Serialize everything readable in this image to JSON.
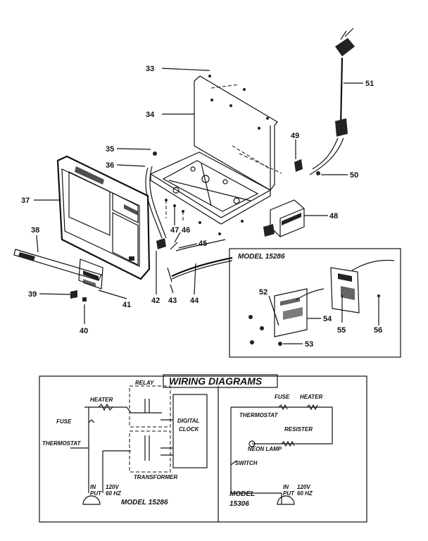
{
  "callouts": [
    {
      "id": "c33",
      "text": "33"
    },
    {
      "id": "c34",
      "text": "34"
    },
    {
      "id": "c35",
      "text": "35"
    },
    {
      "id": "c36",
      "text": "36"
    },
    {
      "id": "c37",
      "text": "37"
    },
    {
      "id": "c38",
      "text": "38"
    },
    {
      "id": "c39",
      "text": "39"
    },
    {
      "id": "c40",
      "text": "40"
    },
    {
      "id": "c41",
      "text": "41"
    },
    {
      "id": "c42",
      "text": "42"
    },
    {
      "id": "c43",
      "text": "43"
    },
    {
      "id": "c44",
      "text": "44"
    },
    {
      "id": "c45",
      "text": "45"
    },
    {
      "id": "c46",
      "text": "46"
    },
    {
      "id": "c47",
      "text": "47"
    },
    {
      "id": "c48",
      "text": "48"
    },
    {
      "id": "c49",
      "text": "49"
    },
    {
      "id": "c50",
      "text": "50"
    },
    {
      "id": "c51",
      "text": "51"
    },
    {
      "id": "c52",
      "text": "52"
    },
    {
      "id": "c53",
      "text": "53"
    },
    {
      "id": "c54",
      "text": "54"
    },
    {
      "id": "c55",
      "text": "55"
    },
    {
      "id": "c56",
      "text": "56"
    }
  ],
  "inset": {
    "model_label": "MODEL 15286"
  },
  "wiring": {
    "title": "WIRING DIAGRAMS",
    "relay": "RELAY",
    "heater": "HEATER",
    "fuse": "FUSE",
    "thermostat": "THERMOSTAT",
    "digital": "DIGITAL",
    "clock": "CLOCK",
    "transformer": "TRANSFORMER",
    "input_left_1": "IN",
    "input_left_2": "PUT",
    "input_left_3": "120V",
    "input_left_4": "60 HZ",
    "model_left": "MODEL 15286",
    "r_fuse": "FUSE",
    "r_heater": "HEATER",
    "r_thermostat": "THERMOSTAT",
    "r_resister": "RESISTER",
    "r_neon": "NEON LAMP",
    "r_switch": "SWITCH",
    "model_right_1": "MODEL",
    "model_right_2": "15306",
    "input_right_1": "IN",
    "input_right_2": "PUT",
    "input_right_3": "120V",
    "input_right_4": "60 HZ"
  }
}
